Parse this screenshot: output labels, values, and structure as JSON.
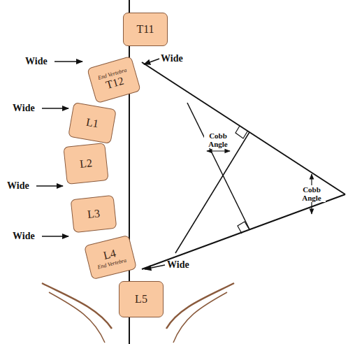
{
  "diagram": {
    "nodes": [
      {
        "text": [
          "T11"
        ]
      },
      {
        "text": [
          "End Vertebra",
          "T12"
        ]
      },
      {
        "text": [
          "L1"
        ]
      },
      {
        "text": [
          "L2"
        ]
      },
      {
        "text": [
          "L3"
        ]
      },
      {
        "text": [
          "L4",
          "End Vertebra"
        ]
      },
      {
        "text": [
          "L5"
        ]
      }
    ],
    "labels": [
      "Wide",
      "Wide",
      "Wide",
      "Wide",
      "Wide",
      "Wide",
      "Cobb Angle",
      "Cobb Angle"
    ]
  }
}
